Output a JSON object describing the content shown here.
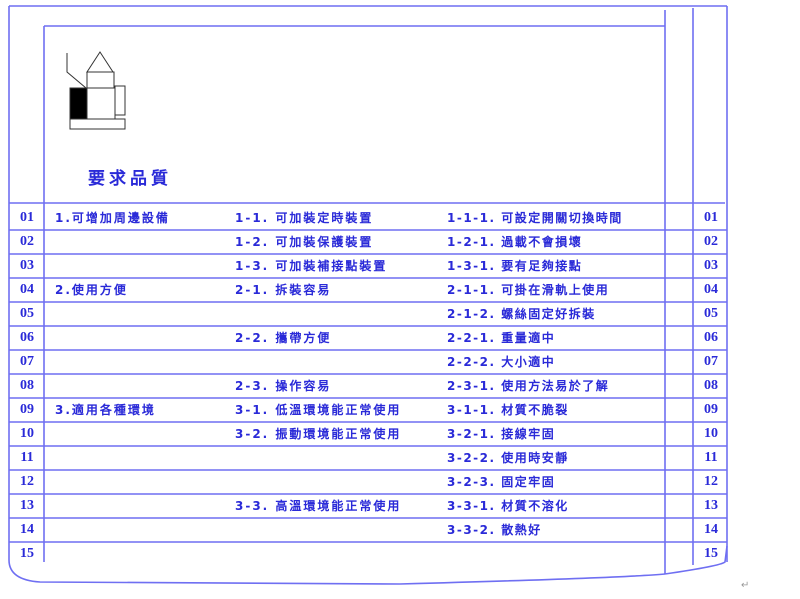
{
  "document": {
    "title": "要求品質",
    "paragraph_mark": "↵",
    "colors": {
      "line": "#6f6ff2",
      "text": "#2a2ad8"
    },
    "rows": [
      {
        "no": "01",
        "level1": "1.可增加周邊設備",
        "level2": "1-1. 可加裝定時裝置",
        "level3": "1-1-1. 可設定開關切換時間"
      },
      {
        "no": "02",
        "level1": "",
        "level2": "1-2. 可加裝保護裝置",
        "level3": "1-2-1. 過載不會損壞"
      },
      {
        "no": "03",
        "level1": "",
        "level2": "1-3. 可加裝補接點裝置",
        "level3": "1-3-1. 要有足夠接點"
      },
      {
        "no": "04",
        "level1": "2.使用方便",
        "level2": "2-1. 拆裝容易",
        "level3": "2-1-1. 可掛在滑軌上使用"
      },
      {
        "no": "05",
        "level1": "",
        "level2": "",
        "level3": "2-1-2. 螺絲固定好拆裝"
      },
      {
        "no": "06",
        "level1": "",
        "level2": "2-2. 攜帶方便",
        "level3": "2-2-1. 重量適中"
      },
      {
        "no": "07",
        "level1": "",
        "level2": "",
        "level3": "2-2-2. 大小適中"
      },
      {
        "no": "08",
        "level1": "",
        "level2": "2-3. 操作容易",
        "level3": "2-3-1. 使用方法易於了解"
      },
      {
        "no": "09",
        "level1": "3.適用各種環境",
        "level2": "3-1. 低溫環境能正常使用",
        "level3": "3-1-1. 材質不脆裂"
      },
      {
        "no": "10",
        "level1": "",
        "level2": "3-2. 振動環境能正常使用",
        "level3": "3-2-1. 接線牢固"
      },
      {
        "no": "11",
        "level1": "",
        "level2": "",
        "level3": "3-2-2. 使用時安靜"
      },
      {
        "no": "12",
        "level1": "",
        "level2": "",
        "level3": "3-2-3. 固定牢固"
      },
      {
        "no": "13",
        "level1": "",
        "level2": "3-3. 高溫環境能正常使用",
        "level3": "3-3-1. 材質不溶化"
      },
      {
        "no": "14",
        "level1": "",
        "level2": "",
        "level3": "3-3-2. 散熱好"
      },
      {
        "no": "15",
        "level1": "",
        "level2": "",
        "level3": ""
      }
    ]
  }
}
